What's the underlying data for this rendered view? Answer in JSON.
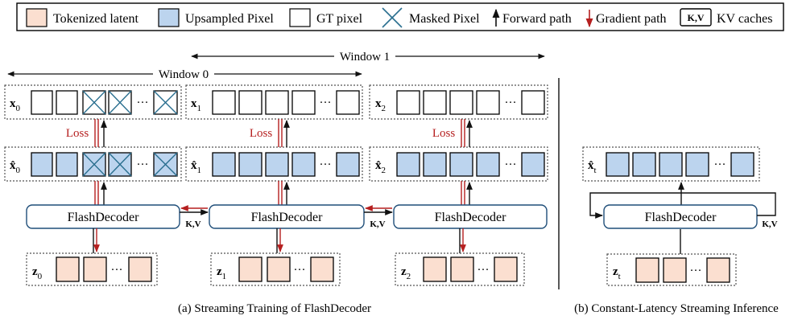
{
  "legend": {
    "tokenized_latent": "Tokenized latent",
    "upsampled_pixel": "Upsampled Pixel",
    "gt_pixel": "GT pixel",
    "masked_pixel": "Masked Pixel",
    "forward_path": "Forward path",
    "gradient_path": "Gradient path",
    "kv_box": "K,V",
    "kv_caches": "KV caches"
  },
  "windows": {
    "window0": "Window 0",
    "window1": "Window 1"
  },
  "training": {
    "caption": "(a) Streaming Training of FlashDecoder",
    "loss_label": "Loss",
    "decoder_label": "FlashDecoder",
    "kv_label": "K,V",
    "ellipsis": "···",
    "columns": [
      {
        "gt_base": "x",
        "gt_sub": "0",
        "rec_base": "x̂",
        "rec_sub": "0",
        "z_base": "z",
        "z_sub": "0"
      },
      {
        "gt_base": "x",
        "gt_sub": "1",
        "rec_base": "x̂",
        "rec_sub": "1",
        "z_base": "z",
        "z_sub": "1"
      },
      {
        "gt_base": "x",
        "gt_sub": "2",
        "rec_base": "x̂",
        "rec_sub": "2",
        "z_base": "z",
        "z_sub": "2"
      }
    ]
  },
  "inference": {
    "caption": "(b) Constant-Latency Streaming Inference",
    "decoder_label": "FlashDecoder",
    "kv_label": "K,V",
    "ellipsis": "···",
    "rec_base": "x̂",
    "rec_sub": "t",
    "z_base": "z",
    "z_sub": "t"
  },
  "colors": {
    "latent_fill": "#fbdfd0",
    "upsampled_fill": "#bcd4ee",
    "masked_cross": "#2a6f8f",
    "gradient": "#b51f1f",
    "forward": "#111111",
    "dotted_border": "#555555"
  }
}
